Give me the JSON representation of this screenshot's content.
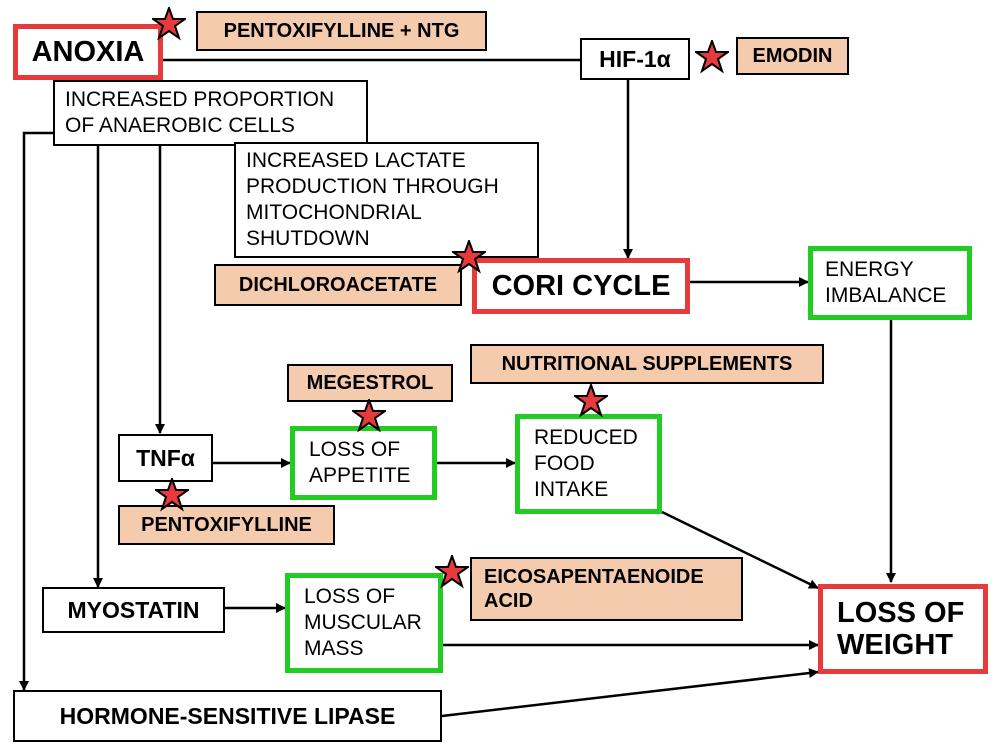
{
  "colors": {
    "node_red": "#e8393d",
    "node_green": "#22cc22",
    "drug_fill": "#f5cbae",
    "star": "#e8393d"
  },
  "icons": {
    "star": "star-icon"
  },
  "nodes": {
    "anoxia": "ANOXIA",
    "hif1a": "HIF-1α",
    "anaerobic": "INCREASED PROPORTION\nOF ANAEROBIC CELLS",
    "lactate": "INCREASED LACTATE\nPRODUCTION THROUGH\nMITOCHONDRIAL\nSHUTDOWN",
    "cori": "CORI CYCLE",
    "energy": "ENERGY\nIMBALANCE",
    "tnfa": "TNFα",
    "appetite": "LOSS OF\nAPPETITE",
    "food": "REDUCED\nFOOD\nINTAKE",
    "myostatin": "MYOSTATIN",
    "muscle": "LOSS OF\nMUSCULAR\nMASS",
    "weight": "LOSS OF\nWEIGHT",
    "lipase": "HORMONE-SENSITIVE LIPASE"
  },
  "drugs": {
    "pentox_ntg": "PENTOXIFYLLINE + NTG",
    "emodin": "EMODIN",
    "dichloroacetate": "DICHLOROACETATE",
    "megestrol": "MEGESTROL",
    "nutritional": "NUTRITIONAL SUPPLEMENTS",
    "pentoxifylline": "PENTOXIFYLLINE",
    "epa": "EICOSAPENTAENOIDE\nACID"
  }
}
